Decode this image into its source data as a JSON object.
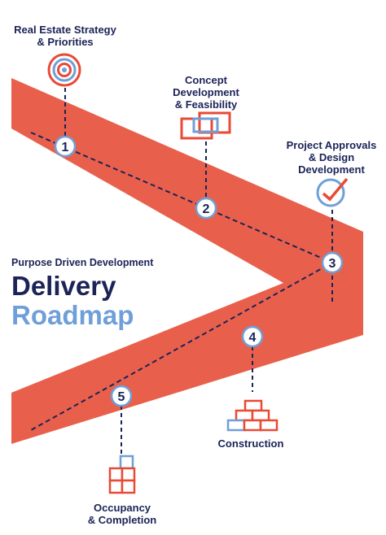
{
  "title": {
    "subtitle": "Purpose Driven Development",
    "line1": "Delivery",
    "line2": "Roadmap"
  },
  "colors": {
    "band": "#e8604c",
    "navy": "#1b2357",
    "blue": "#6f9fd8",
    "red": "#e84a35"
  },
  "steps": [
    {
      "number": "1",
      "label_lines": [
        "Real Estate Strategy",
        "& Priorities"
      ],
      "icon": "target-icon"
    },
    {
      "number": "2",
      "label_lines": [
        "Concept",
        "Development",
        "& Feasibility"
      ],
      "icon": "overlapping-rectangles-icon"
    },
    {
      "number": "3",
      "label_lines": [
        "Project Approvals",
        "& Design",
        "Development"
      ],
      "icon": "checkmark-circle-icon"
    },
    {
      "number": "4",
      "label_lines": [
        "Construction"
      ],
      "icon": "bricks-icon"
    },
    {
      "number": "5",
      "label_lines": [
        "Occupancy",
        "& Completion"
      ],
      "icon": "building-icon"
    }
  ]
}
